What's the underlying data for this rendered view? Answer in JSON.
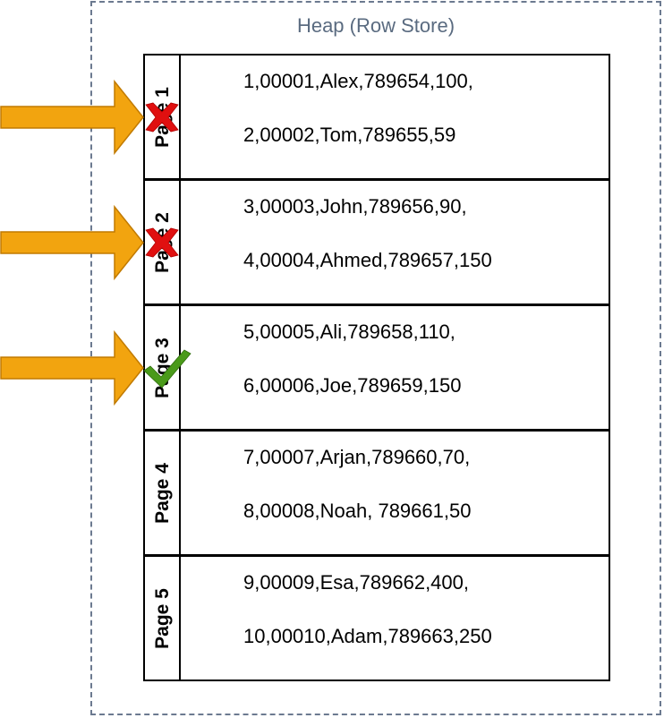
{
  "heap": {
    "title": "Heap (Row Store)"
  },
  "pages": [
    {
      "label": "Page 1",
      "rows": [
        "1,00001,Alex,789654,100,",
        "2,00002,Tom,789655,59"
      ],
      "status": "rejected"
    },
    {
      "label": "Page 2",
      "rows": [
        "3,00003,John,789656,90,",
        "4,00004,Ahmed,789657,150"
      ],
      "status": "rejected"
    },
    {
      "label": "Page 3",
      "rows": [
        "5,00005,Ali,789658,110,",
        "6,00006,Joe,789659,150"
      ],
      "status": "matched"
    },
    {
      "label": "Page 4",
      "rows": [
        "7,00007,Arjan,789660,70,",
        "8,00008,Noah, 789661,50"
      ],
      "status": "none"
    },
    {
      "label": "Page 5",
      "rows": [
        "9,00009,Esa,789662,400,",
        "10,00010,Adam,789663,250"
      ],
      "status": "none"
    }
  ],
  "colors": {
    "arrow_fill": "#f2a40f",
    "arrow_stroke": "#c17a00",
    "cross": "#e01010",
    "check": "#4a9a1a",
    "border_dashed": "#6c7a90",
    "title_text": "#5a6b80"
  },
  "icons": {
    "scan_arrow": "arrow-right-icon",
    "rejected": "cross-icon",
    "matched": "checkmark-icon"
  }
}
